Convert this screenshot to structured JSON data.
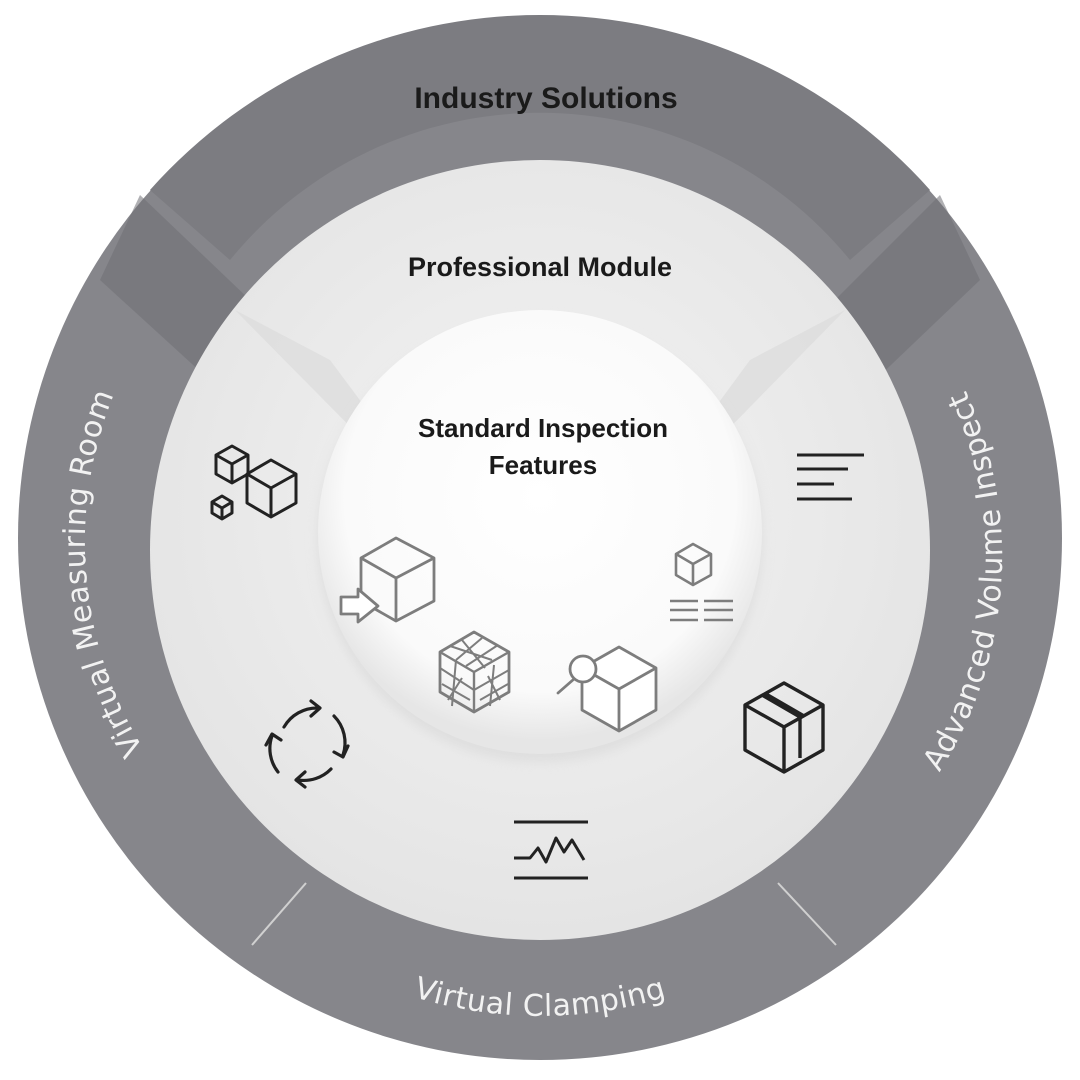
{
  "diagram": {
    "outer_ring": {
      "title": "Industry Solutions",
      "segments": {
        "left": "Virtual Measuring Room",
        "right": "Advanced Volume Inspect",
        "bottom": "Virtual Clamping"
      },
      "color": "#85858a"
    },
    "middle_ring": {
      "title": "Professional Module",
      "color": "#ececec",
      "icons": [
        "stacked-cubes-icon",
        "text-lines-icon",
        "cycle-arrows-icon",
        "box-package-icon",
        "signal-graph-icon"
      ]
    },
    "core": {
      "title_line1": "Standard Inspection",
      "title_line2": "Features",
      "color": "#ffffff",
      "icons": [
        "import-cube-icon",
        "cube-list-icon",
        "mesh-cube-icon",
        "inspect-cube-icon"
      ]
    }
  }
}
